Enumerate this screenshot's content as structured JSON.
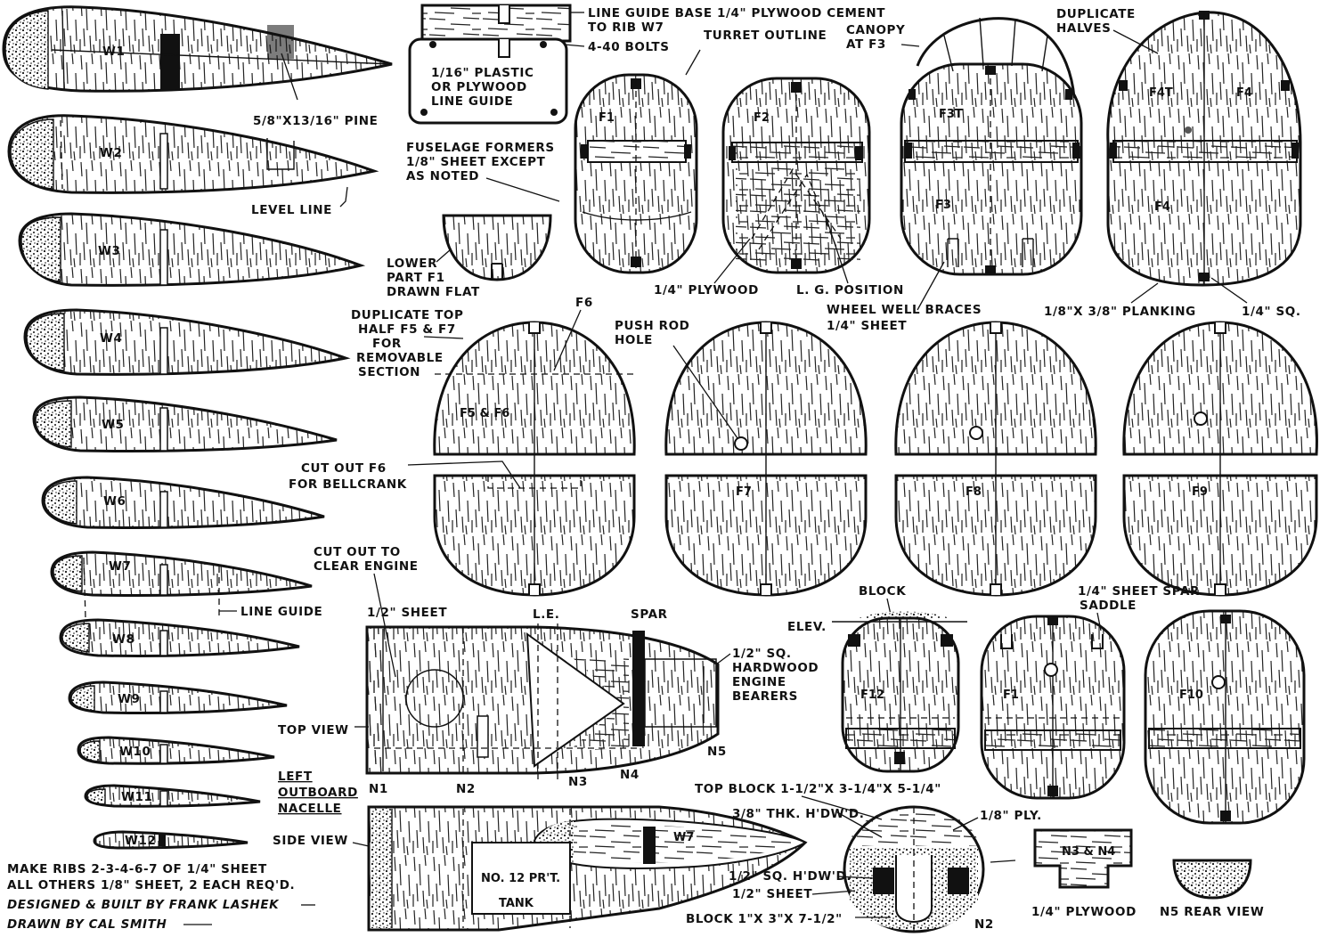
{
  "ribs": [
    {
      "id": "W1",
      "label": "W1"
    },
    {
      "id": "W2",
      "label": "W2"
    },
    {
      "id": "W3",
      "label": "W3"
    },
    {
      "id": "W4",
      "label": "W4"
    },
    {
      "id": "W5",
      "label": "W5"
    },
    {
      "id": "W6",
      "label": "W6"
    },
    {
      "id": "W7",
      "label": "W7"
    },
    {
      "id": "W8",
      "label": "W8"
    },
    {
      "id": "W9",
      "label": "W9"
    },
    {
      "id": "W10",
      "label": "W10"
    },
    {
      "id": "W11",
      "label": "W11"
    },
    {
      "id": "W12",
      "label": "W12"
    }
  ],
  "formers": {
    "f1": "F1",
    "f2": "F2",
    "f3t": "F3T",
    "f3": "F3",
    "f4t": "F4T",
    "f4a": "F4",
    "f4b": "F4",
    "f5f6": "F5 & F6",
    "f7": "F7",
    "f8": "F8",
    "f9": "F9",
    "f12": "F12",
    "f1b": "F1",
    "f10": "F10",
    "n1": "N1",
    "n2": "N2",
    "n3": "N3",
    "n4": "N4",
    "n5": "N5",
    "n2b": "N2",
    "n3n4": "N3 & N4",
    "w7": "W7",
    "tank1": "NO. 12 PR'T.",
    "tank2": "TANK"
  },
  "notes": {
    "pine": "5/8\"X13/16\" PINE",
    "level": "LEVEL LINE",
    "line_guide": "LINE GUIDE",
    "base1": "LINE GUIDE BASE 1/4\" PLYWOOD CEMENT",
    "base2": "TO RIB W7",
    "bolts": "4-40 BOLTS",
    "plastic1": "1/16\" PLASTIC",
    "plastic2": "OR PLYWOOD",
    "plastic3": "LINE GUIDE",
    "turret": "TURRET OUTLINE",
    "canopy1": "CANOPY",
    "canopy2": "AT F3",
    "dup_halves1": "DUPLICATE",
    "dup_halves2": "HALVES",
    "formers1": "FUSELAGE FORMERS",
    "formers2": "1/8\" SHEET EXCEPT",
    "formers3": "AS NOTED",
    "lower1": "LOWER",
    "lower2": "PART F1",
    "lower3": "DRAWN FLAT",
    "ply14": "1/4\" PLYWOOD",
    "lg": "L. G. POSITION",
    "wwb1": "WHEEL WELL BRACES",
    "wwb2": "1/4\" SHEET",
    "planking": "1/8\"X 3/8\" PLANKING",
    "sq14": "1/4\" SQ.",
    "dup_top1": "DUPLICATE TOP",
    "dup_top2": "HALF F5 & F7",
    "dup_top3": "FOR",
    "dup_top4": "REMOVABLE",
    "dup_top5": "SECTION",
    "f6": "F6",
    "push1": "PUSH ROD",
    "push2": "HOLE",
    "cut_f6_1": "CUT OUT F6",
    "cut_f6_2": "FOR BELLCRANK",
    "cut_eng1": "CUT OUT TO",
    "cut_eng2": "CLEAR ENGINE",
    "half_sheet": "1/2\" SHEET",
    "le": "L.E.",
    "spar": "SPAR",
    "hw1": "1/2\" SQ.",
    "hw2": "HARDWOOD",
    "hw3": "ENGINE",
    "hw4": "BEARERS",
    "top_view": "TOP VIEW",
    "nac1": "LEFT",
    "nac2": "OUTBOARD",
    "nac3": "NACELLE",
    "side_view": "SIDE VIEW",
    "block": "BLOCK",
    "elev": "ELEV.",
    "saddle1": "1/4\" SHEET SPAR",
    "saddle2": "SADDLE",
    "topblock": "TOP BLOCK 1-1/2\"X 3-1/4\"X 5-1/4\"",
    "thk": "3/8\" THK. H'DW'D.",
    "ply18": "1/8\" PLY.",
    "sqhdwd": "1/2\" SQ. H'DW'D.",
    "half_sheet2": "1/2\" SHEET",
    "block_bottom": "BLOCK  1\"X 3\"X 7-1/2\"",
    "ply14b": "1/4\" PLYWOOD",
    "n5rear": "N5 REAR VIEW",
    "make1": "MAKE RIBS 2-3-4-6-7 OF 1/4\" SHEET",
    "make2": "ALL OTHERS 1/8\" SHEET, 2 EACH REQ'D.",
    "designed": "DESIGNED & BUILT BY FRANK LASHEK",
    "drawn": "DRAWN BY CAL SMITH"
  }
}
